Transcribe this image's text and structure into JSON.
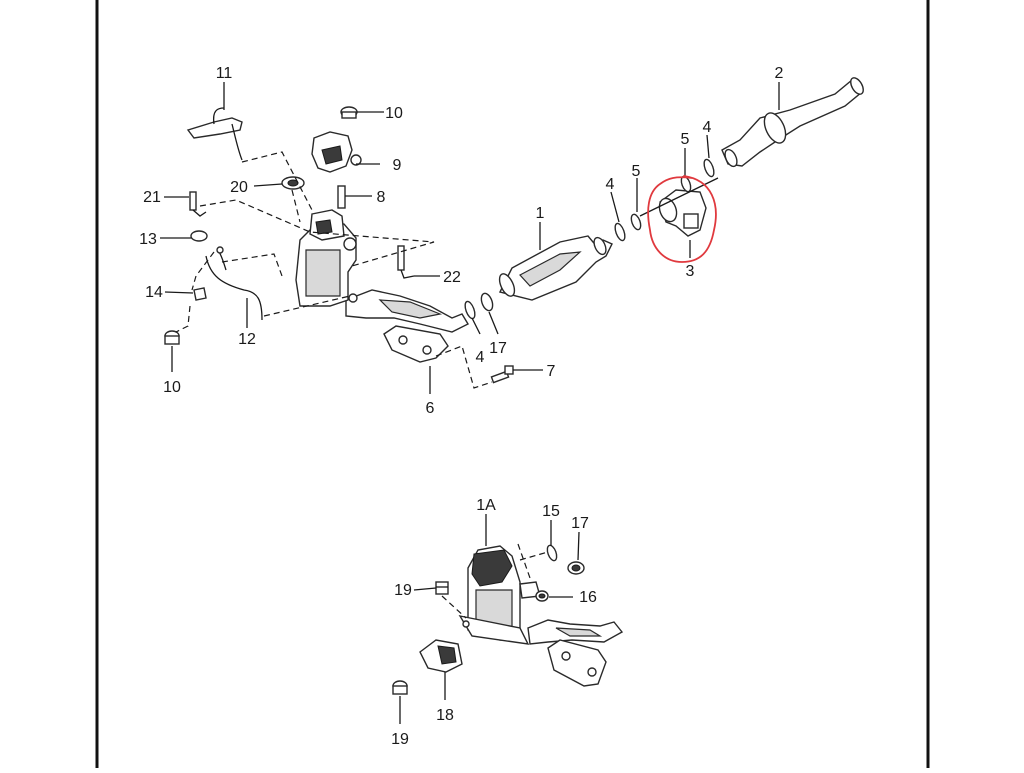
{
  "diagram": {
    "callouts_top": {
      "c1": "1",
      "c2": "2",
      "c3": "3",
      "c4a": "4",
      "c4b": "4",
      "c4c": "4",
      "c5a": "5",
      "c5b": "5",
      "c6": "6",
      "c7": "7",
      "c8": "8",
      "c9": "9",
      "c10a": "10",
      "c10b": "10",
      "c11": "11",
      "c12": "12",
      "c13": "13",
      "c14": "14",
      "c17": "17",
      "c20": "20",
      "c21": "21",
      "c22": "22"
    },
    "callouts_bottom": {
      "c1A": "1A",
      "c15": "15",
      "c16": "16",
      "c17": "17",
      "c18": "18",
      "c19a": "19",
      "c19b": "19"
    },
    "highlight": {
      "color": "#e0393e",
      "target": "3"
    }
  }
}
